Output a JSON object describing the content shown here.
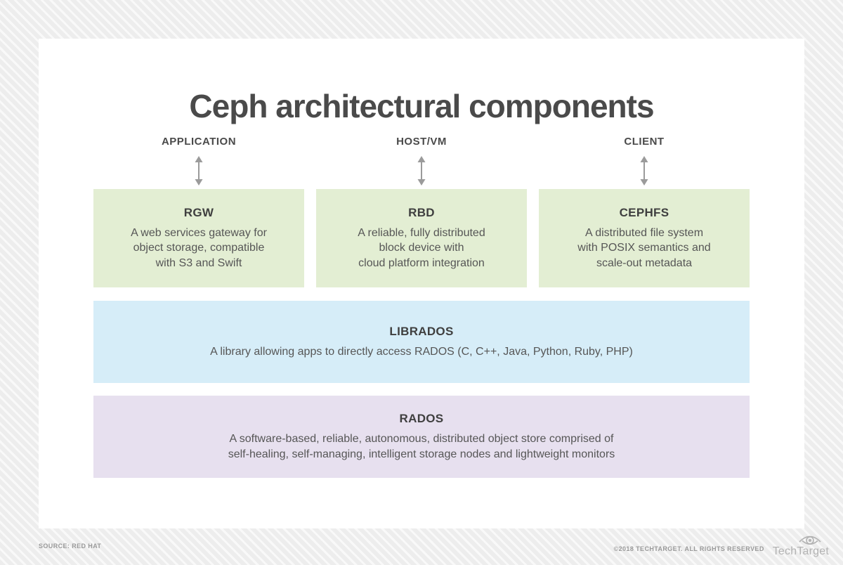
{
  "page": {
    "title": "Ceph architectural components",
    "source_label": "SOURCE: RED HAT",
    "copyright": "©2018 TECHTARGET. ALL RIGHTS RESERVED",
    "brand": "TechTarget"
  },
  "columns": [
    {
      "label": "APPLICATION"
    },
    {
      "label": "HOST/VM"
    },
    {
      "label": "CLIENT"
    }
  ],
  "component_boxes": [
    {
      "name": "RGW",
      "description": "A web services gateway for\nobject storage, compatible\nwith S3 and Swift"
    },
    {
      "name": "RBD",
      "description": "A reliable, fully distributed\nblock device with\ncloud platform integration"
    },
    {
      "name": "CEPHFS",
      "description": "A distributed file system\nwith POSIX semantics and\nscale-out metadata"
    }
  ],
  "layer_boxes": [
    {
      "name": "LIBRADOS",
      "description": "A library allowing apps to directly access RADOS (C, C++, Java, Python, Ruby, PHP)"
    },
    {
      "name": "RADOS",
      "description": "A software-based, reliable, autonomous, distributed object store comprised of\nself-healing, self-managing, intelligent storage nodes and lightweight monitors"
    }
  ],
  "colors": {
    "component_box_bg": "#e3eed3",
    "librados_bg": "#d6edf8",
    "rados_bg": "#e7e0ef",
    "arrow": "#9b9b9b",
    "heading_text": "#3f3f3f",
    "body_text": "#565656",
    "title_text": "#4a4a4a",
    "footer_text": "#9a9a9a"
  }
}
